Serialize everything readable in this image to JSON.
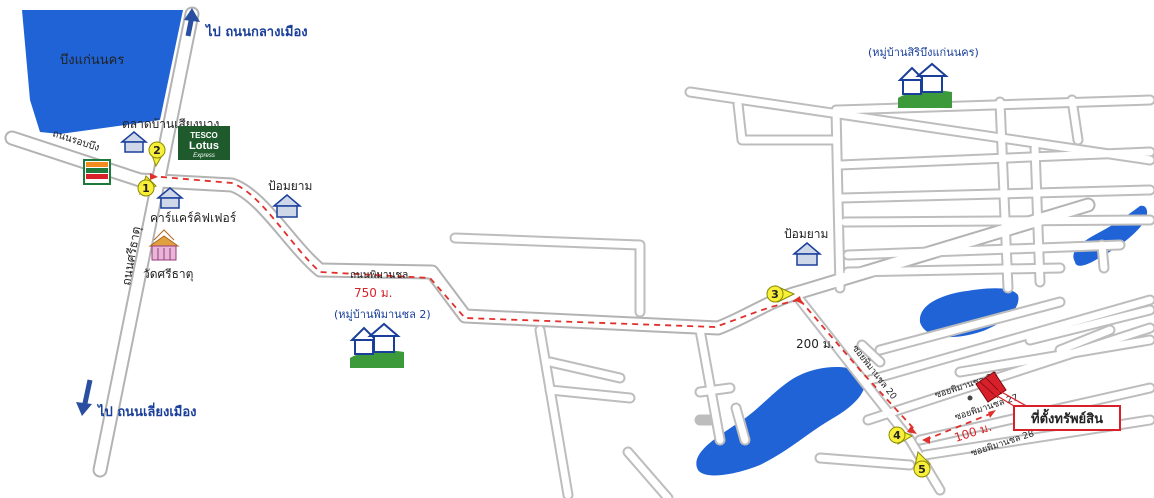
{
  "colors": {
    "water": "#1f63d6",
    "route": "#e0302b",
    "marker": "#f7ef3a",
    "road_edge": "#b8b8b8",
    "arrow": "#2a4ea0",
    "tesco_green": "#1e5a2c",
    "property": "#d8202a"
  },
  "labels": {
    "lake_name": "บึงแก่นนคร",
    "north_direction": "ไป ถนนกลางเมือง",
    "south_direction": "ไป ถนนเลี่ยงเมือง",
    "lake_road": "ถนนรอบบึง",
    "sritat_road": "ถนนศรีธาตุ",
    "market": "ตลาดบ้านเสียงนาง",
    "carecare": "คาร์แคร์คิฟเฟอร์",
    "temple": "วัดศรีธาตุ",
    "police_box_1": "ป้อมยาม",
    "police_box_2": "ป้อมยาม",
    "phiman_road": "ถนนพิมานชล",
    "distance_750": "750 ม.",
    "village_phiman": "(หมู่บ้านพิมานชล 2)",
    "village_siri": "(หมู่บ้านสิริบึงแก่นนคร)",
    "distance_200": "200 ม.",
    "soi_20": "ซอยพิมานชล 20",
    "soi_26": "ซอยพิมานชล 26",
    "soi_27": "ซอยพิมานชล 27",
    "soi_28": "ซอยพิมานชล 28",
    "distance_100": "100 ม.",
    "property_location": "ที่ตั้งทรัพย์สิน",
    "tesco": "TESCO",
    "lotus": "Lotus",
    "express": "Express",
    "seven_eleven": "7-ELEVEn"
  },
  "markers": [
    "1",
    "2",
    "3",
    "4",
    "5"
  ],
  "icons": [
    "house-icon",
    "village-icon",
    "temple-icon",
    "tesco-lotus-logo",
    "seven-eleven-logo",
    "property-marker",
    "north-arrow-icon",
    "south-arrow-icon"
  ]
}
